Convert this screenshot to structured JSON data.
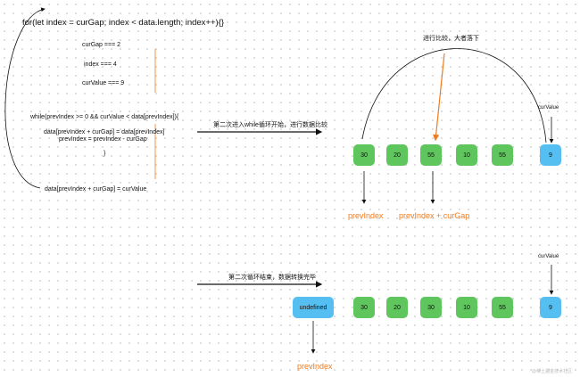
{
  "code": {
    "header": "for(let index = curGap; index < data.length; index++){}",
    "cur_gap": "curGap === 2",
    "index": "index === 4",
    "cur_value": "curValue === 9",
    "while_line": "while(prevIndex >= 0 && curValue < data[prevIndex]){",
    "body_line1": "data[prevIndex + curGap] = data[prevIndex]",
    "body_line2": "prevIndex = prevIndex - curGap",
    "close_brace": "}",
    "assign_line": "data[prevIndex + curGap] = curValue"
  },
  "top_row": {
    "caption": "第二次进入while循环开始，进行数据比较",
    "compare_label": "进行比较，大者落下",
    "cur_value_label": "curValue",
    "values": [
      "30",
      "20",
      "55",
      "10",
      "55"
    ],
    "cur_value": "9",
    "prev_index_label": "prevIndex",
    "prev_index_plus_label": "prevIndex + curGap"
  },
  "bottom_row": {
    "caption": "第二次循环结束，数据转换完毕",
    "cur_value_label": "curValue",
    "undefined_label": "undefined",
    "values": [
      "30",
      "20",
      "30",
      "10",
      "55"
    ],
    "cur_value": "9",
    "prev_index_label": "prevIndex"
  },
  "watermark": "@稀土掘金技术社区",
  "colors": {
    "green": "#5fc55d",
    "blue": "#55bff2",
    "orange": "#ef7b1e"
  }
}
